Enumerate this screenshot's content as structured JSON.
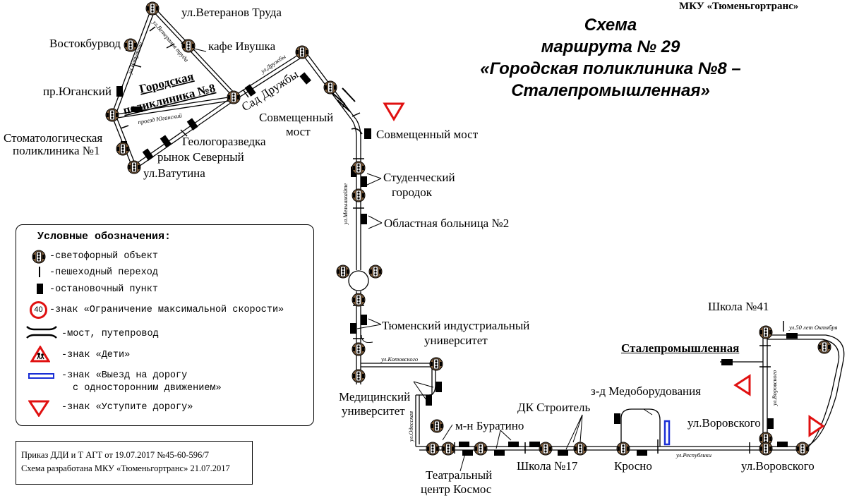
{
  "organization": "МКУ «Тюменьгортранс»",
  "title": {
    "line1": "Схема",
    "line2": "маршрута № 29",
    "line3": "«Городская поликлиника №8 –",
    "line4": "Сталепромышленная»"
  },
  "terminals": {
    "start": "Городская поликлиника №8",
    "end": "Сталепромышленная"
  },
  "stops": {
    "veteranov": "ул.Ветеранов Труда",
    "vostokburvod": "Востокбурвод",
    "ivushka": "кафе Ивушка",
    "yuganskiy": "пр.Юганский",
    "stomat_1": "Стоматологическая",
    "stomat_2": "поликлиника №1",
    "geolog": "Геологоразведка",
    "rynok": "рынок Северный",
    "vatutina": "ул.Ватутина",
    "sad": "Сад Дружбы",
    "sovm_left_1": "Совмещенный",
    "sovm_left_2": "мост",
    "sovm_right": "Совмещенный мост",
    "stud_1": "Студенческий",
    "stud_2": "городок",
    "obl": "Областная больница №2",
    "tiu_1": "Тюменский индустриальный",
    "tiu_2": "университет",
    "med_1": "Медицинский",
    "med_2": "университет",
    "buratino": "м-н Буратино",
    "dk": "ДК Строитель",
    "teatr_1": "Театральный",
    "teatr_2": "центр Космос",
    "school17": "Школа №17",
    "medob": "з-д Медоборудования",
    "krosno": "Кросно",
    "vorovskogo_top": "ул.Воровского",
    "vorovskogo_bottom": "ул.Воровского",
    "school41": "Школа №41"
  },
  "streets": {
    "vatutina": "ул.Ватутина",
    "veteranov": "ул.Ветеранов труда",
    "yuganskiy": "проезд Юганский",
    "druzhby": "ул.Дружбы",
    "melnikaite": "ул.Мельникайте",
    "kotovskogo": "ул.Котовского",
    "odesskaya": "ул.Одесская",
    "respubliki": "ул.Республики",
    "vorovskogo": "ул.Воровского",
    "oktyabrya": "ул.50 лет Октября"
  },
  "legend": {
    "title": "Условные обозначения:",
    "traffic_light": "-светофорный объект",
    "crossing": "-пешеходный переход",
    "stop": "-остановочный пункт",
    "speed_sign_value": "40",
    "speed": "-знак «Ограничение максимальной скорости»",
    "bridge": "-мост, путепровод",
    "children": "-знак «Дети»",
    "oneway_1": "-знак «Выезд на дорогу",
    "oneway_2": "с односторонним движением»",
    "yield": "-знак «Уступите дорогу»"
  },
  "order": {
    "line1": "Приказ ДДИ и Т АГТ от 19.07.2017 №45-60-596/7",
    "line2": "Схема разработана МКУ «Тюменьгортранс» 21.07.2017"
  },
  "colors": {
    "line": "#000000",
    "sign_red": "#e01010",
    "sign_blue": "#1a2fd6",
    "light_body": "#6b4a2e"
  }
}
